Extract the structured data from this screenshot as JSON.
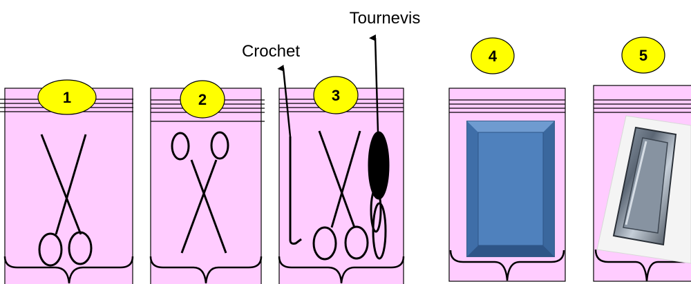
{
  "callouts": {
    "crochet": "Crochet",
    "tournevis": "Tournevis"
  },
  "panels": [
    {
      "number": "1",
      "contents": "scissors-inverted"
    },
    {
      "number": "2",
      "contents": "scissors"
    },
    {
      "number": "3",
      "contents": "scissors-hook-screwdriver"
    },
    {
      "number": "4",
      "contents": "blue-tray"
    },
    {
      "number": "5",
      "contents": "metal-tray-photo"
    }
  ],
  "colors": {
    "panel_fill": "#ffccff",
    "badge_fill": "#ffff00",
    "tray_blue": "#4f81bd",
    "tray_border": "#385d8a"
  }
}
